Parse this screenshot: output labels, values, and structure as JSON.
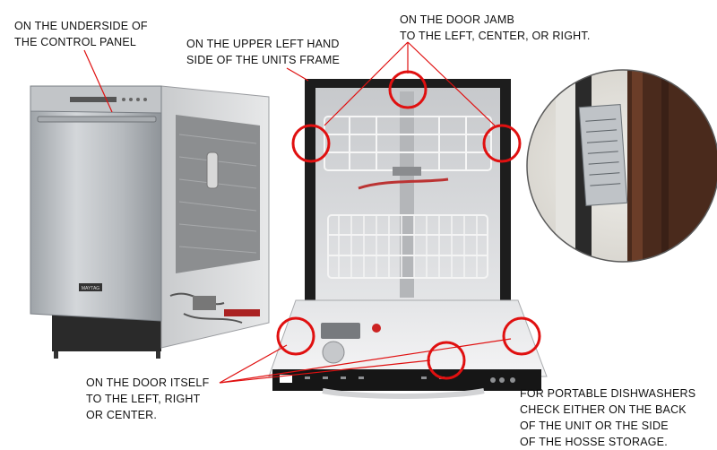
{
  "labels": {
    "control_panel": [
      "ON THE UNDERSIDE OF",
      "THE CONTROL PANEL"
    ],
    "unit_frame": [
      "ON THE UPPER LEFT HAND",
      "SIDE OF THE UNITS FRAME"
    ],
    "door_jamb": [
      "ON THE DOOR JAMB",
      "TO THE LEFT, CENTER, OR RIGHT."
    ],
    "door_itself": [
      "ON THE DOOR ITSELF",
      "TO THE LEFT, RIGHT",
      "OR CENTER."
    ],
    "portable": [
      "FOR PORTABLE DISHWASHERS",
      "CHECK EITHER ON THE BACK",
      "OF THE UNIT OR THE SIDE",
      "OF THE HOSSE STORAGE."
    ]
  },
  "brand_badge": "MAYTAG",
  "colors": {
    "highlight_circle": "#e01010",
    "pointer_line": "#e01010",
    "text": "#111111",
    "stainless": "#b8bcc0",
    "tub_interior": "#d9dadc",
    "rack": "#e8e8e8",
    "cabinet_wood": "#4a2a1c"
  }
}
